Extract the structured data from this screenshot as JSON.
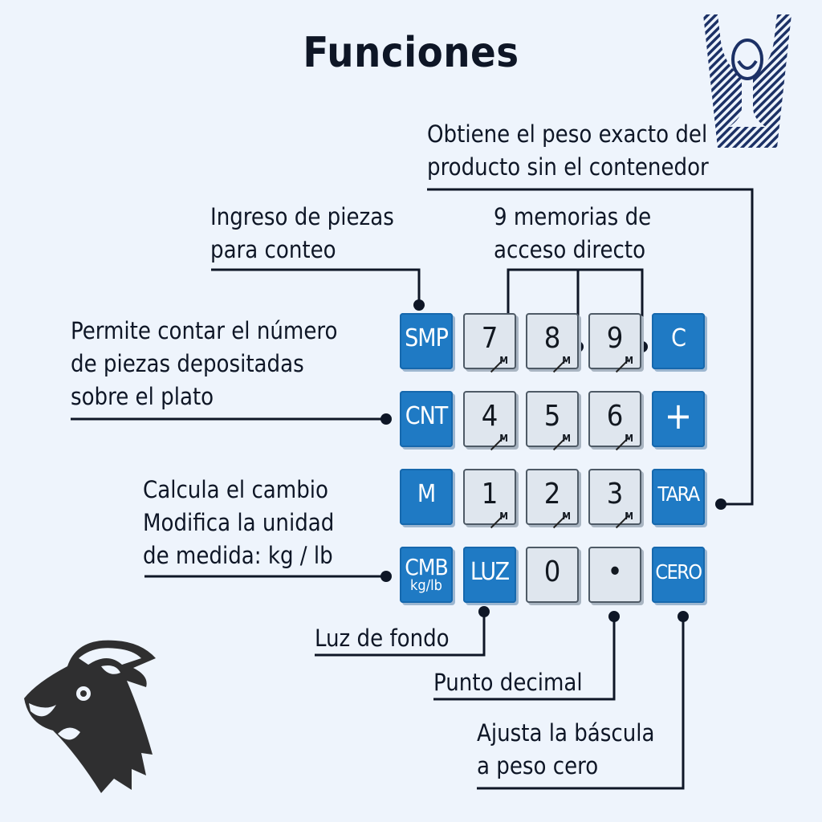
{
  "title": "Funciones",
  "labels": {
    "tara": [
      "Obtiene el peso exacto del",
      "producto sin el contenedor"
    ],
    "smp": [
      "Ingreso de piezas",
      "para conteo"
    ],
    "memorias": [
      "9 memorias de",
      "acceso directo"
    ],
    "cnt": [
      "Permite contar el número",
      "de piezas depositadas",
      "sobre el plato"
    ],
    "cmb": [
      "Calcula el cambio",
      "Modifica la unidad",
      "de medida: kg / lb"
    ],
    "luz": [
      "Luz de fondo"
    ],
    "punto": [
      "Punto decimal"
    ],
    "cero": [
      "Ajusta la báscula",
      "a peso cero"
    ]
  },
  "keys": {
    "smp": "SMP",
    "k7": "7",
    "k8": "8",
    "k9": "9",
    "c": "C",
    "cnt": "CNT",
    "k4": "4",
    "k5": "5",
    "k6": "6",
    "plus": "+",
    "m": "M",
    "k1": "1",
    "k2": "2",
    "k3": "3",
    "tara": "TARA",
    "cmb_top": "CMB",
    "cmb_bottom": "kg/lb",
    "luz": "LUZ",
    "k0": "0",
    "dot": "•",
    "cero": "CERO",
    "mem_mark": "M"
  },
  "colors": {
    "background": "#eef4fc",
    "key_blue": "#1f7ac4",
    "key_grey": "#dfe6ee",
    "text": "#0e1626"
  },
  "icons": [
    "trophy-logo",
    "rooster-logo"
  ]
}
